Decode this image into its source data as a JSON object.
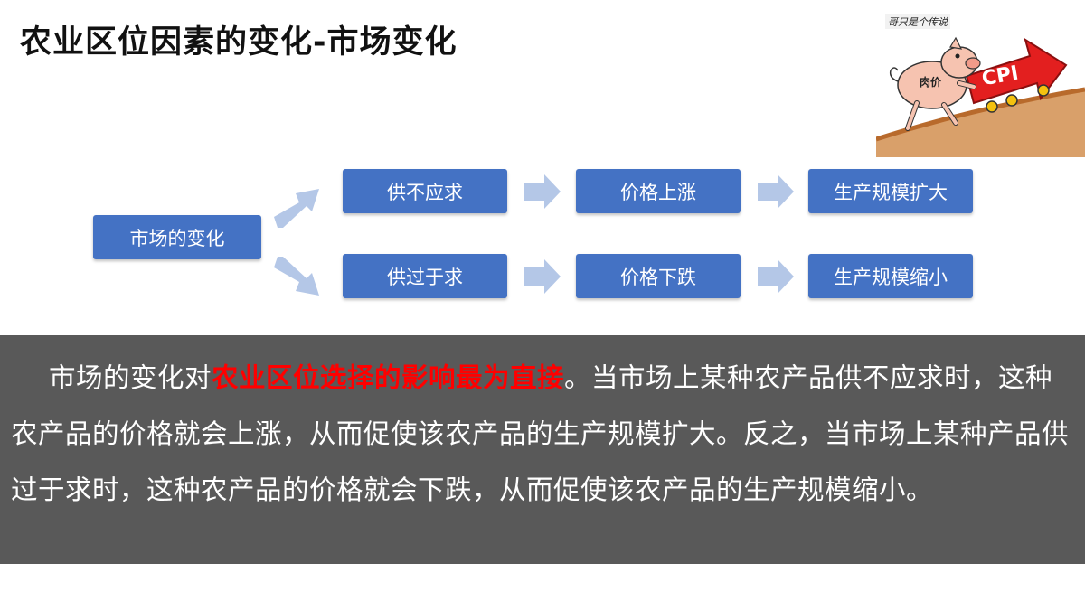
{
  "title": "农业区位因素的变化-市场变化",
  "illustration": {
    "caption": "哥只是个传说",
    "cpi_label": "CPI",
    "meat_label": "肉价"
  },
  "flow": {
    "root": "市场的变化",
    "top_row": [
      "供不应求",
      "价格上涨",
      "生产规模扩大"
    ],
    "bottom_row": [
      "供过于求",
      "价格下跌",
      "生产规模缩小"
    ]
  },
  "paragraph": {
    "part1": "市场的变化对",
    "highlight": "农业区位选择的影响最为直接",
    "part2": "。当市场上某种农产品供不应求时，这种农产品的价格就会上涨，从而促使该农产品的生产规模扩大。反之，当市场上某种产品供过于求时，这种农产品的价格就会下跌，从而促使该农产品的生产规模缩小。"
  },
  "colors": {
    "box": "#4472c4",
    "arrow": "#b4c7e7",
    "panel": "#595959",
    "highlight": "#ff0000"
  }
}
